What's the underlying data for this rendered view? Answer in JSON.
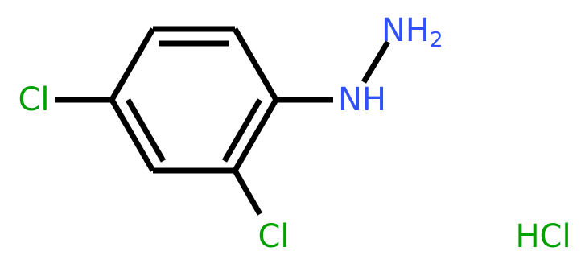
{
  "molecule": {
    "atoms": {
      "cl_left": {
        "text": "Cl",
        "color": "#00a000"
      },
      "cl_bottom": {
        "text": "Cl",
        "color": "#00a000"
      },
      "nh": {
        "text": "NH",
        "color": "#3050f8"
      },
      "nh2_main": {
        "text": "NH",
        "color": "#3050f8"
      },
      "nh2_sub": {
        "text": "2",
        "color": "#3050f8"
      },
      "hcl": {
        "text": "HCl",
        "color": "#00a000"
      }
    },
    "bond_color": "#000000"
  }
}
